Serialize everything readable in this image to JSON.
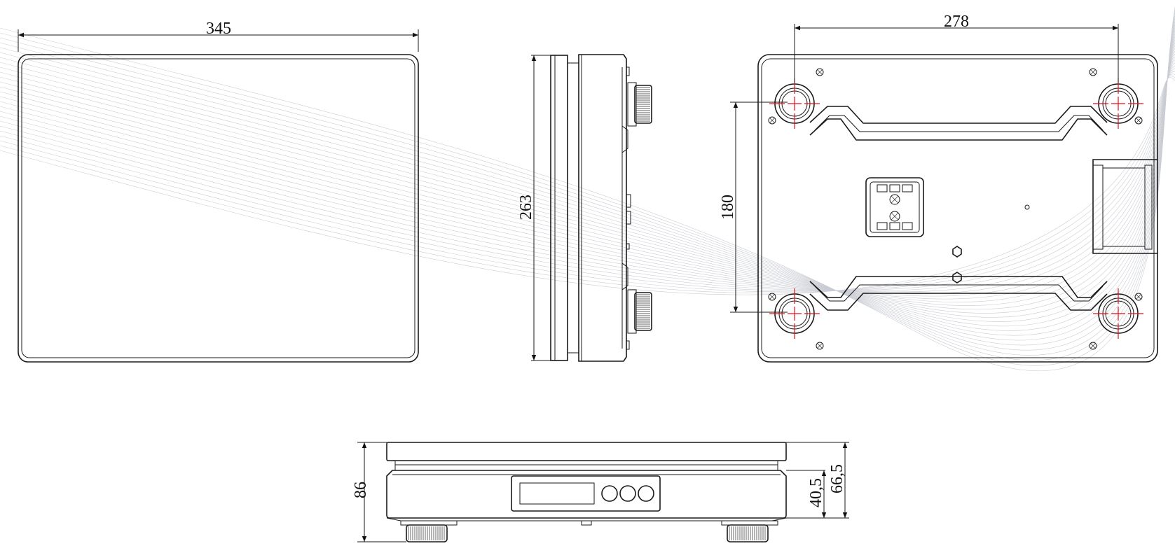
{
  "dimensions": {
    "top_width": "345",
    "side_height": "263",
    "bottom_width": "278",
    "bottom_height": "180",
    "front_total_height": "86",
    "front_height_a": "40,5",
    "front_height_b": "66,5"
  },
  "colors": {
    "line": "#1a1a1a",
    "center_mark": "#e0101a",
    "background_waves": "#c9ccd3"
  }
}
